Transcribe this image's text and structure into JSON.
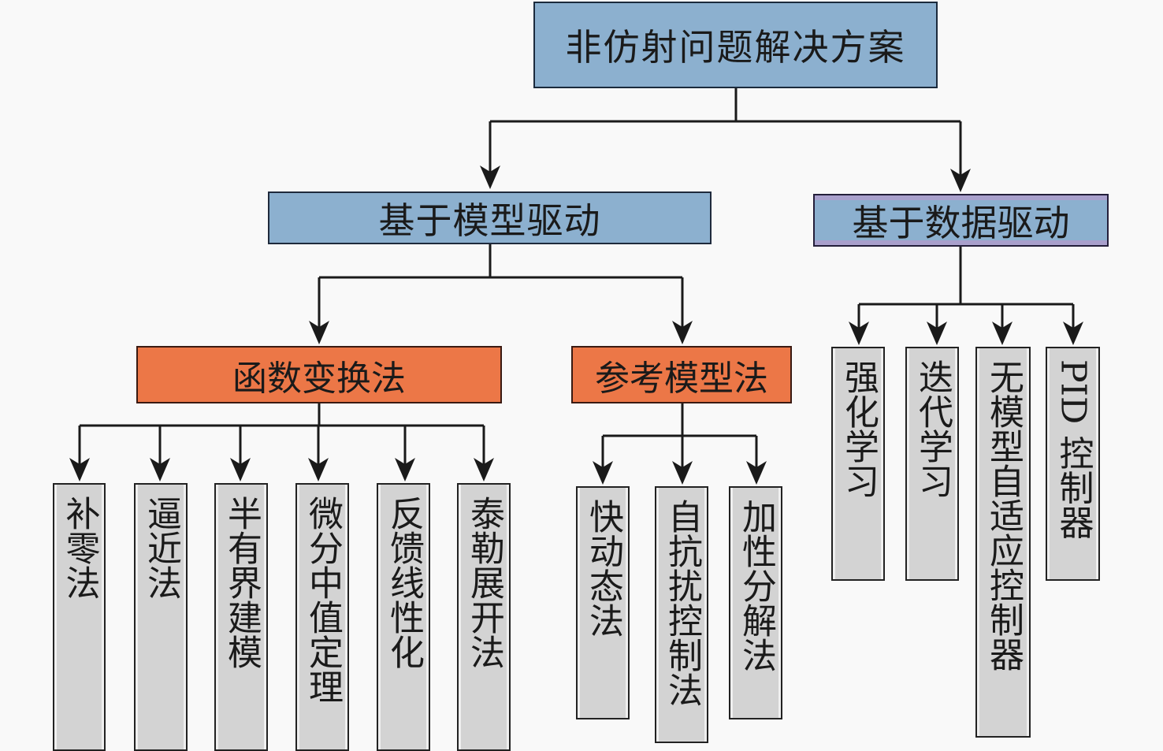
{
  "diagram": {
    "root": {
      "label": "非仿射问题解决方案",
      "color": "#8cb0cf"
    },
    "branches": [
      {
        "label": "基于模型驱动",
        "color": "#8cb0cf",
        "children": [
          {
            "label": "函数变换法",
            "color": "#ec7747",
            "children": [
              "补零法",
              "逼近法",
              "半有界建模",
              "微分中值定理",
              "反馈线性化",
              "泰勒展开法"
            ]
          },
          {
            "label": "参考模型法",
            "color": "#ec7747",
            "children": [
              "快动态法",
              "自抗扰控制法",
              "加性分解法"
            ]
          }
        ]
      },
      {
        "label": "基于数据驱动",
        "color": "#8cb0cf",
        "children": [
          "强化学习",
          "迭代学习",
          "无模型自适应控制器",
          "PID 控制器"
        ]
      }
    ],
    "leaf_color": "#d3d3d3",
    "line_color": "#1a1a1a"
  }
}
